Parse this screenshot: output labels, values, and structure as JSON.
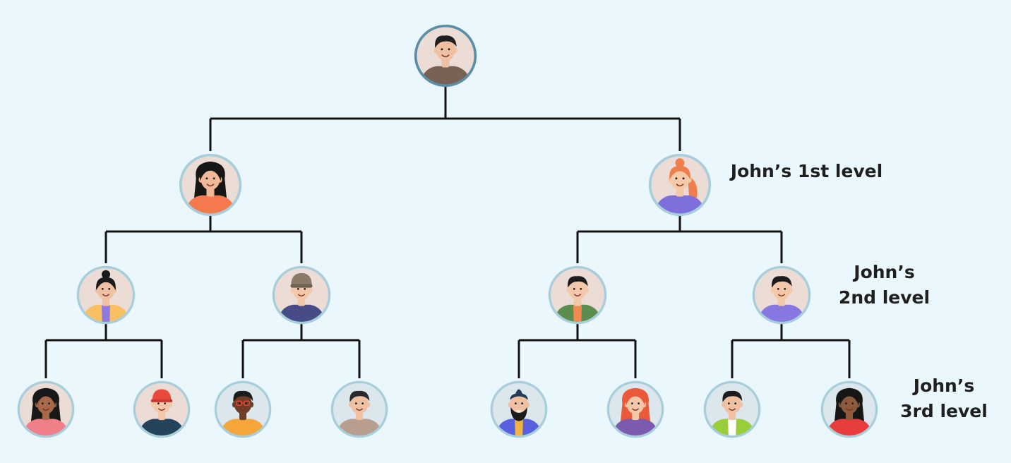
{
  "diagram": {
    "type": "family-tree",
    "root": {
      "id": "john",
      "skin": "#f0c0a2",
      "hair": "#1f1f1f",
      "hair_style": "short",
      "shirt": "#7a6155"
    },
    "levels": [
      {
        "label_lines": [
          "John’s 1st level"
        ],
        "people": [
          {
            "id": "p1a",
            "parent": "john",
            "skin": "#f0b999",
            "hair": "#161616",
            "hair_style": "long",
            "shirt": "#f47a4e"
          },
          {
            "id": "p1b",
            "parent": "john",
            "skin": "#f6caa8",
            "hair": "#ef7e4f",
            "hair_style": "bun",
            "shirt": "#7d6fdc"
          }
        ]
      },
      {
        "label_lines": [
          "John’s",
          "2nd level"
        ],
        "people": [
          {
            "id": "p2a",
            "parent": "p1a",
            "skin": "#f0c0a2",
            "hair": "#1b1b1b",
            "hair_style": "bun",
            "shirt": "#f9c062",
            "accent": "#8f79e0"
          },
          {
            "id": "p2b",
            "parent": "p1a",
            "skin": "#f3c8a8",
            "hair": "#8b7a68",
            "hair_style": "beanie",
            "shirt": "#474c86"
          },
          {
            "id": "p2c",
            "parent": "p1b",
            "skin": "#f3c8a8",
            "hair": "#1d1d1d",
            "hair_style": "short",
            "shirt": "#5c8d4f",
            "accent": "#f18a52"
          },
          {
            "id": "p2d",
            "parent": "p1b",
            "skin": "#f3c8a8",
            "hair": "#1d1d1d",
            "hair_style": "short",
            "shirt": "#8678e0"
          }
        ]
      },
      {
        "label_lines": [
          "John’s",
          "3rd level"
        ],
        "people": [
          {
            "id": "p3a",
            "parent": "p2a",
            "skin": "#a8684a",
            "hair": "#181818",
            "hair_style": "long",
            "shirt": "#f07f89"
          },
          {
            "id": "p3b",
            "parent": "p2a",
            "skin": "#f3c8a8",
            "hair": "#e8493c",
            "hair_style": "cap",
            "shirt": "#24445c"
          },
          {
            "id": "p3c",
            "parent": "p2b",
            "skin": "#6e3f26",
            "hair": "#1c1c1c",
            "hair_style": "short",
            "shirt": "#f5a53a",
            "glasses": "#e94a3a"
          },
          {
            "id": "p3d",
            "parent": "p2b",
            "skin": "#f0c0a2",
            "hair": "#2a2a2a",
            "hair_style": "short",
            "shirt": "#b79e8f"
          },
          {
            "id": "p3e",
            "parent": "p2c",
            "skin": "#f0c0a2",
            "hair": "#243a55",
            "hair_style": "mohawk",
            "shirt": "#5a5fe0",
            "beard": "#1c1c1c",
            "accent": "#f2b441"
          },
          {
            "id": "p3f",
            "parent": "p2c",
            "skin": "#f3c8a8",
            "hair": "#ea5a3a",
            "hair_style": "long",
            "shirt": "#7b5bb0"
          },
          {
            "id": "p3g",
            "parent": "p2d",
            "skin": "#f0c0a2",
            "hair": "#1c1c1c",
            "hair_style": "short",
            "shirt": "#9acd3a",
            "accent": "#ffffff"
          },
          {
            "id": "p3h",
            "parent": "p2d",
            "skin": "#8e5a3e",
            "hair": "#161616",
            "hair_style": "long",
            "shirt": "#e93c3c"
          }
        ]
      }
    ],
    "colors": {
      "background": "#eaf8fd",
      "connector": "#111111",
      "ring": "#a9cedb",
      "root_ring": "#5b8fa6",
      "avatar_fill_light": "#ecdcd6",
      "avatar_fill_cool": "#dbe7ec"
    }
  }
}
